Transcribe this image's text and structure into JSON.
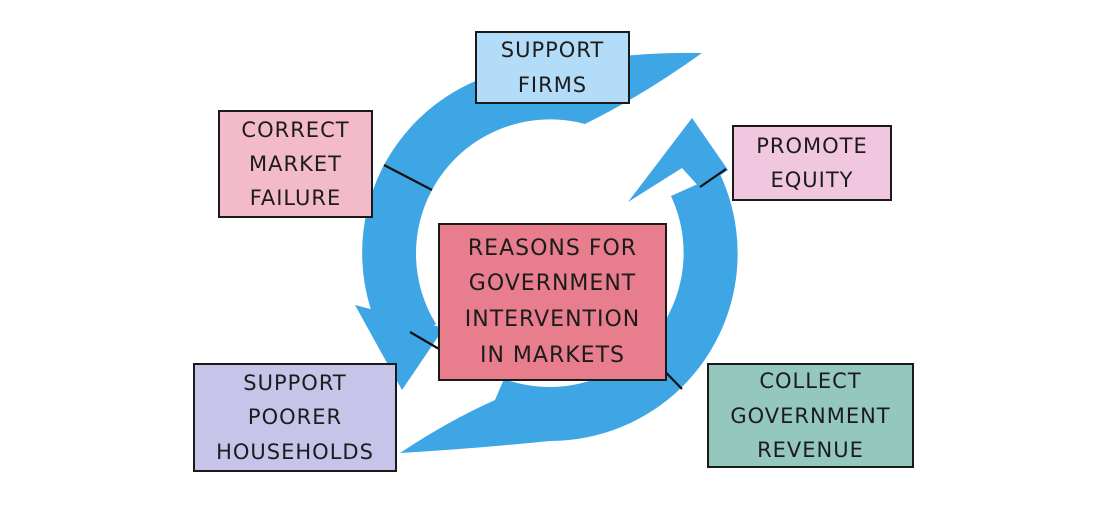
{
  "center_box": {
    "label": "REASONS FOR\nGOVERNMENT\nINTERVENTION\nIN MARKETS",
    "color": "#e87d8d"
  },
  "boxes": {
    "support_firms": {
      "label": "SUPPORT\nFIRMS",
      "color": "#b2dcf7"
    },
    "correct_market_failure": {
      "label": "CORRECT\nMARKET\nFAILURE",
      "color": "#f3baca"
    },
    "promote_equity": {
      "label": "PROMOTE\nEQUITY",
      "color": "#f0c7df"
    },
    "support_poorer_households": {
      "label": "SUPPORT\nPOORER\nHOUSEHOLDS",
      "color": "#c6c4e8"
    },
    "collect_government_revenue": {
      "label": "COLLECT\nGOVERNMENT\nREVENUE",
      "color": "#94c7bd"
    }
  },
  "cycle_arrow": {
    "color": "#3ea6e5",
    "direction": "counterclockwise",
    "seam_color": "#111111"
  }
}
